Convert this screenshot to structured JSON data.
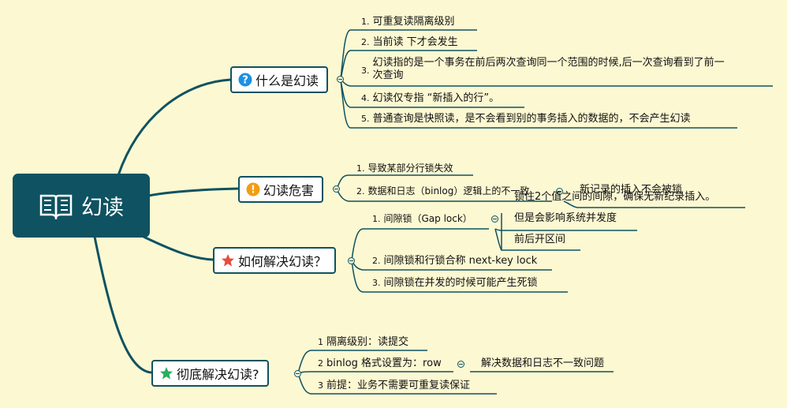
{
  "root": {
    "title": "幻读"
  },
  "branches": [
    {
      "label": "什么是幻读",
      "icon": "question-icon",
      "items": [
        {
          "num": "1.",
          "text": "可重复读隔离级别"
        },
        {
          "num": "2.",
          "text": "当前读 下才会发生"
        },
        {
          "num": "3.",
          "text": "幻读指的是一个事务在前后两次查询同一个范围的时候,后一次查询看到了前一",
          "text2": "次查询"
        },
        {
          "num": "4.",
          "text": "幻读仅专指 “新插入的行”。"
        },
        {
          "num": "5.",
          "text": "普通查询是快照读，是不会看到别的事务插入的数据的，不会产生幻读"
        }
      ]
    },
    {
      "label": "幻读危害",
      "icon": "exclamation-icon",
      "items": [
        {
          "num": "1.",
          "text": "导致某部分行锁失效"
        },
        {
          "num": "2.",
          "text": "数据和日志（binlog）逻辑上的不一致",
          "child": "新记录的插入不会被锁"
        }
      ]
    },
    {
      "label": "如何解决幻读？",
      "icon": "star-red-icon",
      "items": [
        {
          "num": "1.",
          "text": "间隙锁（Gap lock）",
          "overlay": "锁住2个值之间的间隙，确保无新纪录插入。",
          "children": [
            "但是会影响系统并发度",
            "前后开区间"
          ]
        },
        {
          "num": "2.",
          "text": "间隙锁和行锁合称 next-key lock"
        },
        {
          "num": "3.",
          "text": "间隙锁在并发的时候可能产生死锁"
        }
      ]
    },
    {
      "label": "彻底解决幻读?",
      "icon": "star-green-icon",
      "items": [
        {
          "num": "1",
          "text": "隔离级别：读提交"
        },
        {
          "num": "2",
          "text": "binlog 格式设置为：row",
          "child": "解决数据和日志不一致问题"
        },
        {
          "num": "3",
          "text": "前提：业务不需要可重复读保证"
        }
      ]
    }
  ],
  "colors": {
    "background": "#fcf8d2",
    "line": "#0f5261",
    "root": "#0f5261",
    "question": "#1e90e0",
    "exclamation": "#f39c12",
    "star_red": "#e74c3c",
    "star_green": "#27ae60"
  }
}
